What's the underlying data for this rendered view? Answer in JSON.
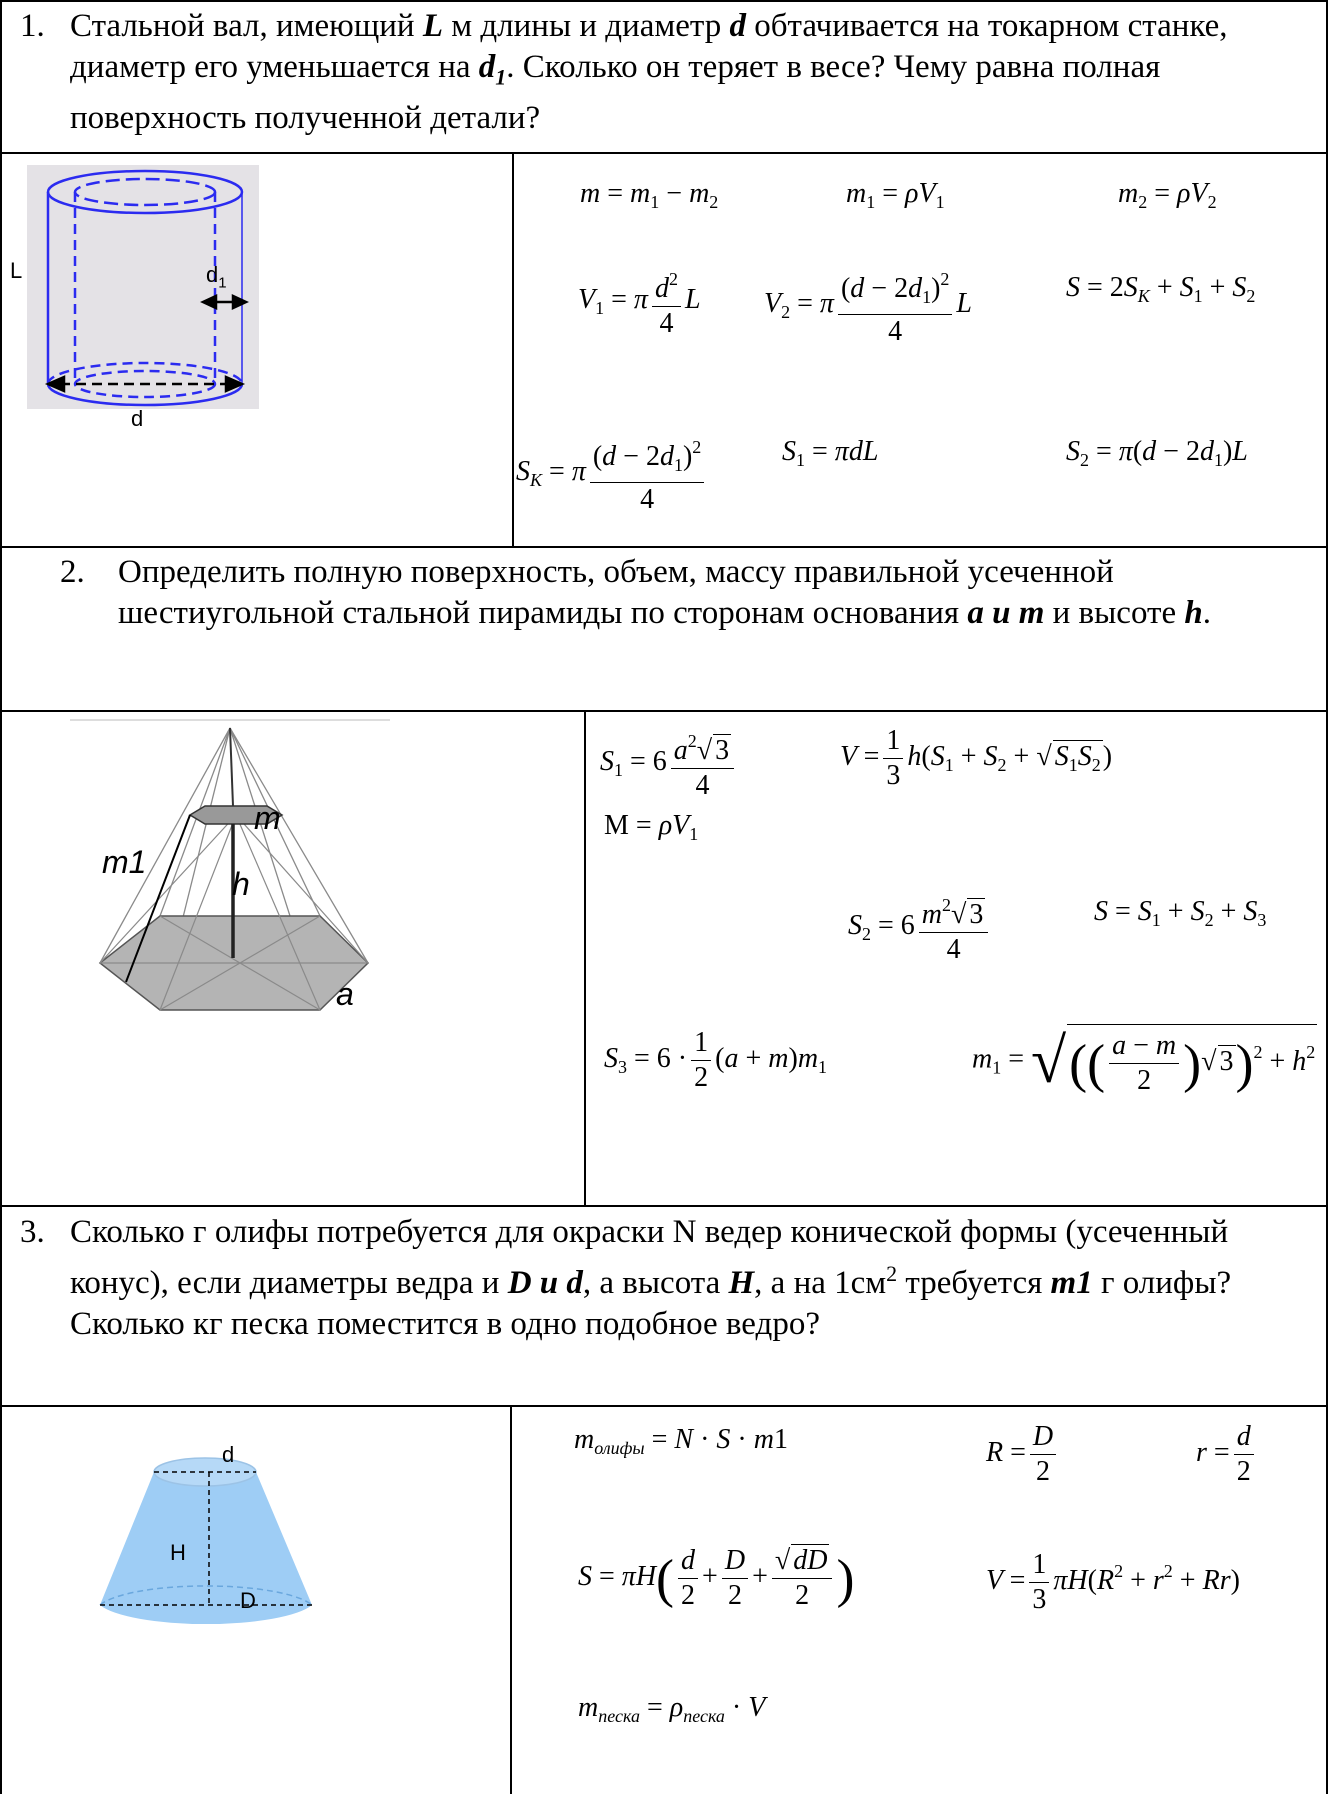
{
  "tasks": [
    {
      "num": "1.",
      "text_before_L": "Стальной вал, имеющий ",
      "L": "L",
      "text_after_L": " м длины и диаметр ",
      "d": "d",
      "text_after_d": " обтачивается на токарном станке, диаметр его уменьшается на ",
      "d1_letter": "d",
      "d1_sub": "1",
      "text_end": ". Сколько он теряет в весе? Чему равна полная поверхность полученной детали?",
      "figure_labels": {
        "L": "L",
        "d1": "d",
        "d1_sub": "1",
        "d": "d"
      },
      "formulas": {
        "m": "m = m₁ − m₂",
        "m1": "m₁ = ρV₁",
        "m2": "m₂ = ρV₂",
        "V1": "V₁ = π d²/4 L",
        "V2": "V₂ = π (d − 2d₁)²/4 L",
        "S": "S = 2S_K + S₁ + S₂",
        "SK": "S_K = π (d − 2d₁)²/4",
        "S1": "S₁ = πdL",
        "S2": "S₂ = π(d − 2d₁)L"
      }
    },
    {
      "num": "2.",
      "text_before": "Определить полную поверхность, объем, массу правильной усеченной шестиугольной стальной пирамиды по сторонам   основания ",
      "bold_vars": "a и m",
      "text_mid": "  и высоте  ",
      "h": "h",
      "text_end": ".",
      "figure_labels": {
        "m1": "m1",
        "m": "m",
        "h": "h",
        "a": "a"
      },
      "formulas": {
        "S1": "S₁ = 6 a²√3/4",
        "V": "V = 1/3 h(S₁ + S₂ + √(S₁S₂))",
        "M": "M = ρV₁",
        "S2": "S₂ = 6 m²√3/4",
        "S": "S = S₁ + S₂ + S₃",
        "S3": "S₃ = 6 · 1/2 (a + m)m₁",
        "m1": "m₁ = √(((a − m)/2 √3)² + h²)"
      }
    },
    {
      "num": "3.",
      "text_before": "Сколько г олифы потребуется для окраски N ведер конической формы (усеченный конус), если диаметры ведра  и ",
      "Dd": "D и d",
      "text_mid": ", а высота ",
      "H": "H",
      "text_mid2": ", а на 1см",
      "sup2": "2",
      "text_mid3": " требуется  ",
      "m1": "m1",
      "text_end": " г олифы? Сколько  кг песка поместится в одно подобное ведро?",
      "figure_labels": {
        "d": "d",
        "H": "H",
        "D": "D"
      },
      "formulas": {
        "m_olify": "m_олифы = N · S · m1",
        "R": "R = D/2",
        "r": "r = d/2",
        "S": "S = πH(d/2 + D/2 + √(dD)/2)",
        "V": "V = 1/3 πH(R² + r² + Rr)",
        "m_peska": "m_песка = ρ_песка · V"
      }
    }
  ]
}
